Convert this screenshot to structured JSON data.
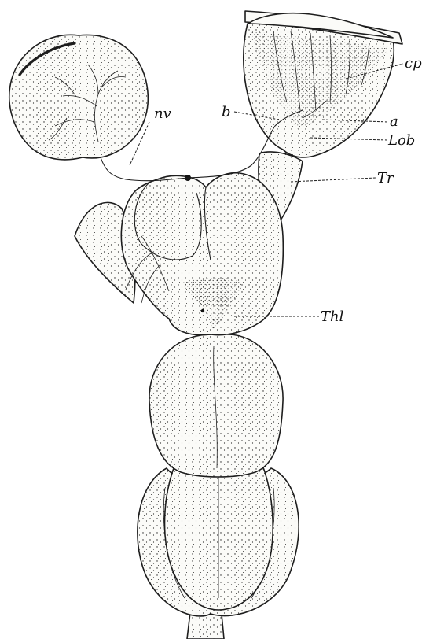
{
  "labels": {
    "nv": "nv",
    "b": "b",
    "cp": "cp",
    "a": "a",
    "lob": "Lob",
    "tr": "Tr",
    "thl": "Thl"
  }
}
